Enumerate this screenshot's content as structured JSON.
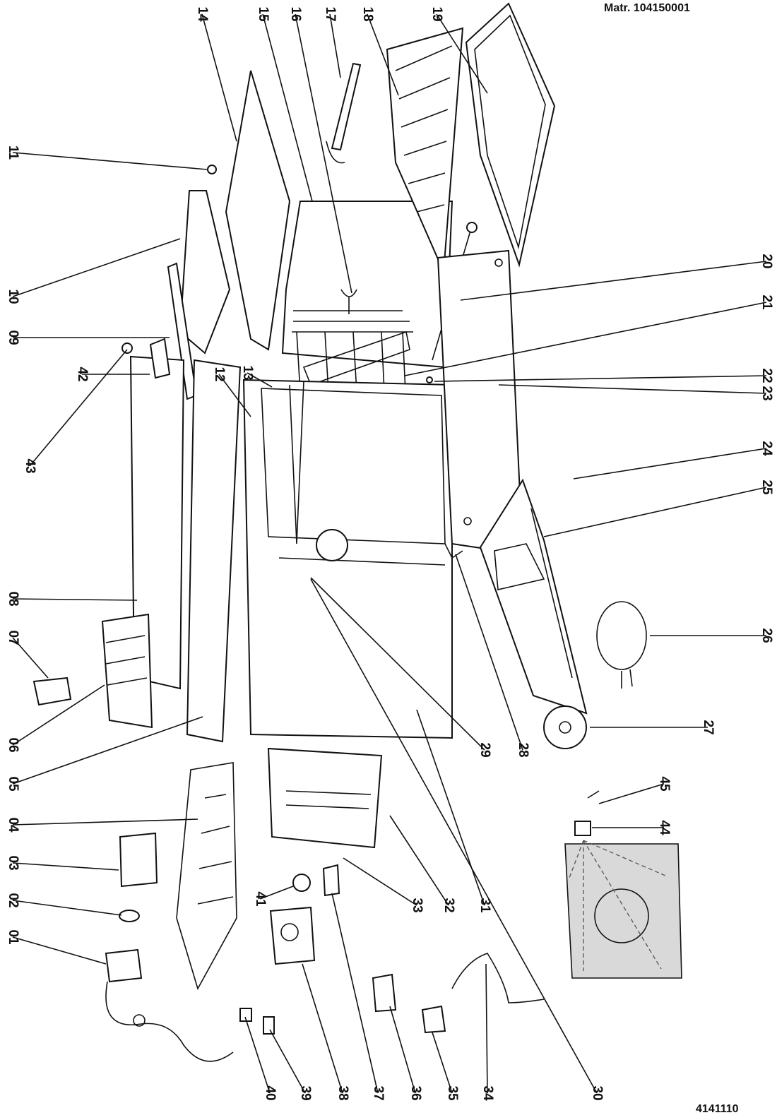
{
  "header": {
    "matr": "Matr. 104150001"
  },
  "footer": {
    "code": "4141110"
  },
  "parts": [
    "01",
    "02",
    "03",
    "04",
    "05",
    "06",
    "07",
    "08",
    "09",
    "10",
    "11",
    "12",
    "13",
    "14",
    "15",
    "16",
    "17",
    "18",
    "19",
    "20",
    "21",
    "22",
    "23",
    "24",
    "25",
    "26",
    "27",
    "28",
    "29",
    "30",
    "31",
    "32",
    "33",
    "34",
    "35",
    "36",
    "37",
    "38",
    "39",
    "40",
    "41",
    "42",
    "43",
    "44",
    "45"
  ]
}
